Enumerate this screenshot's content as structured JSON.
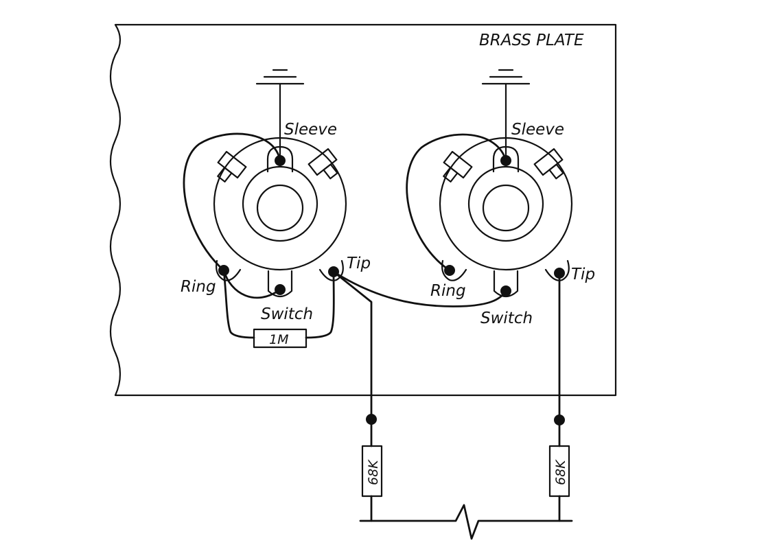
{
  "plate_label": "BRASS PLATE",
  "jack_left": {
    "sleeve_label": "Sleeve",
    "ring_label": "Ring",
    "tip_label": "Tip",
    "switch_label": "Switch"
  },
  "jack_right": {
    "sleeve_label": "Sleeve",
    "ring_label": "Ring",
    "tip_label": "Tip",
    "switch_label": "Switch"
  },
  "resistor_bridge": {
    "value": "1M"
  },
  "resistor_out_left": {
    "value": "68K"
  },
  "resistor_out_right": {
    "value": "68K"
  }
}
